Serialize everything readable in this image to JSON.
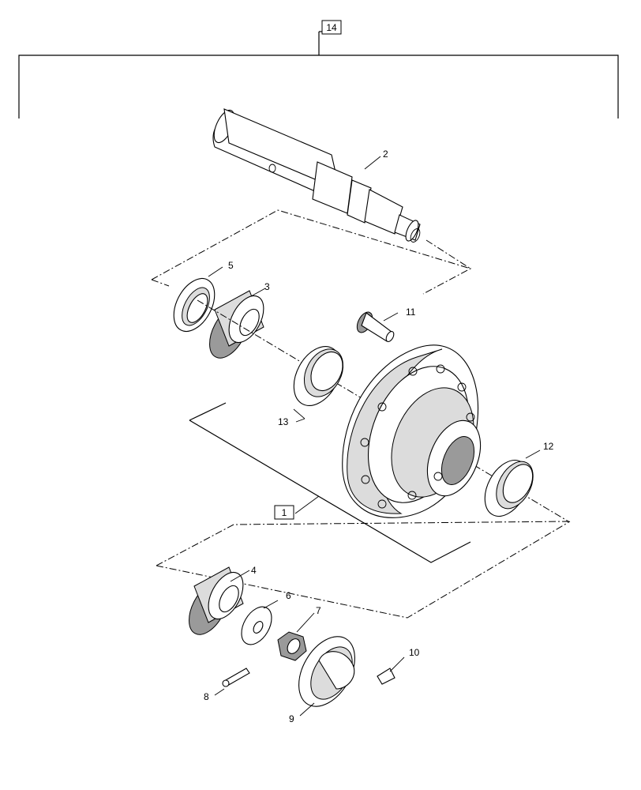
{
  "labels": {
    "assembly": "14",
    "hub": "1",
    "spindle": "2",
    "inner_bearing_cone": "3",
    "outer_bearing_cone": "4",
    "seal": "5",
    "washer": "6",
    "castle_nut": "7",
    "cotter_pin": "8",
    "dust_cap": "9",
    "cap_screw": "10",
    "wheel_stud": "11",
    "outer_bearing_cup": "12",
    "inner_bearing_cup": "13"
  }
}
